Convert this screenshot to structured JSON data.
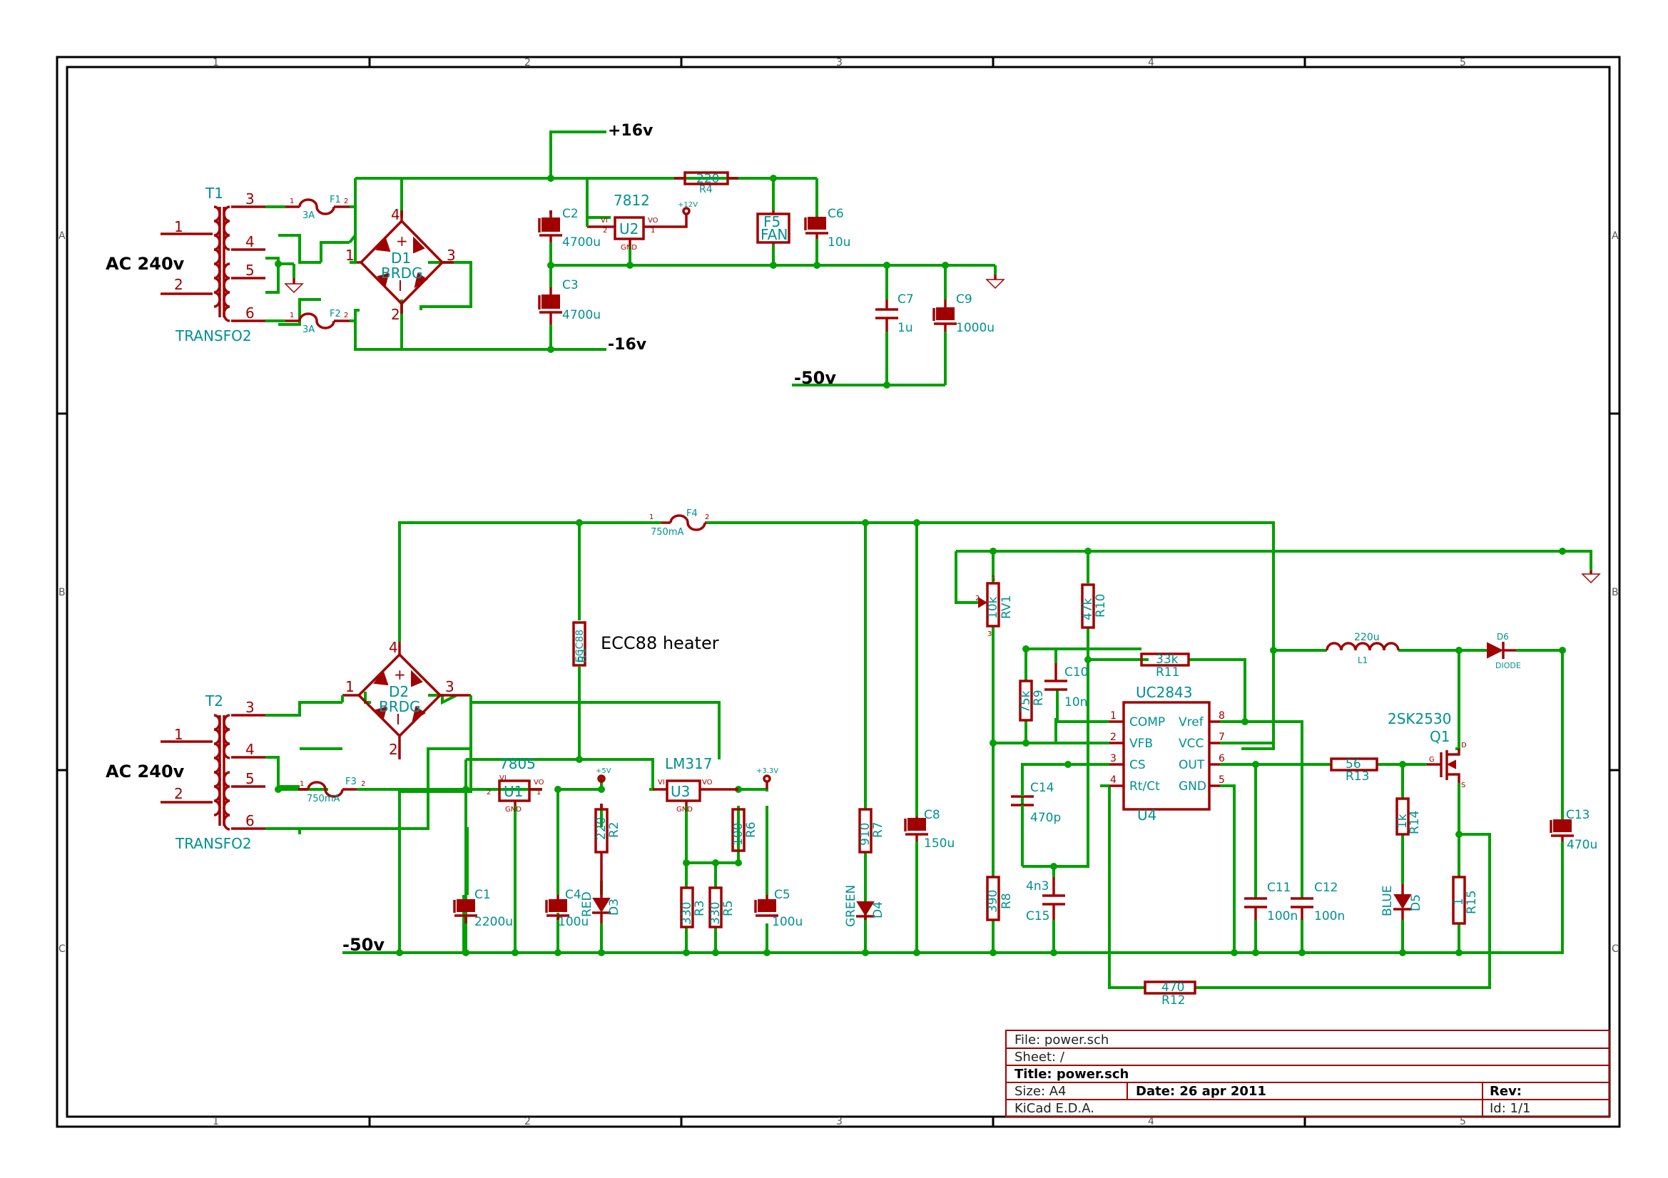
{
  "sheet": {
    "column_markers": [
      "1",
      "2",
      "3",
      "4",
      "5"
    ],
    "row_markers": [
      "A",
      "B",
      "C"
    ]
  },
  "net_labels": {
    "plus16": "+16v",
    "minus16": "-16v",
    "minus50_top": "-50v",
    "minus50_bottom": "-50v",
    "ecc88_heater": "ECC88 heater",
    "ac_top": "AC 240v",
    "ac_bottom": "AC 240v",
    "plus12_flag": "+12V",
    "plus5_flag": "+5V",
    "plus3v3_flag": "+3.3V"
  },
  "components": {
    "T1": {
      "ref": "T1",
      "value": "TRANSFO2",
      "pins": [
        "1",
        "2",
        "3",
        "4",
        "5",
        "6"
      ]
    },
    "T2": {
      "ref": "T2",
      "value": "TRANSFO2",
      "pins": [
        "1",
        "2",
        "3",
        "4",
        "5",
        "6"
      ]
    },
    "F1": {
      "ref": "F1",
      "value": "3A"
    },
    "F2": {
      "ref": "F2",
      "value": "3A"
    },
    "F3": {
      "ref": "F3",
      "value": "750mA"
    },
    "F4": {
      "ref": "F4",
      "value": "750mA"
    },
    "F5": {
      "ref": "F5",
      "value": "FAN"
    },
    "D1": {
      "ref": "D1",
      "value": "BRDG"
    },
    "D2": {
      "ref": "D2",
      "value": "BRDG"
    },
    "U2": {
      "ref": "U2",
      "value": "7812",
      "pin_names": [
        "VI",
        "VO",
        "GND"
      ]
    },
    "U1": {
      "ref": "U1",
      "value": "7805",
      "pin_names": [
        "VI",
        "VO",
        "GND"
      ]
    },
    "U3": {
      "ref": "U3",
      "value": "LM317",
      "pin_names": [
        "VI",
        "VO",
        "GND"
      ]
    },
    "U4": {
      "ref": "U4",
      "value": "UC2843",
      "pins_left": [
        "COMP",
        "VFB",
        "CS",
        "Rt/Ct"
      ],
      "pins_right": [
        "Vref",
        "VCC",
        "OUT",
        "GND"
      ]
    },
    "Q1": {
      "ref": "Q1",
      "value": "2SK2530",
      "pin_names": [
        "G",
        "D",
        "S"
      ]
    },
    "L1": {
      "ref": "L1",
      "value": "220u"
    },
    "D6": {
      "ref": "D6",
      "value": "DIODE"
    },
    "R4": {
      "ref": "R4",
      "value": "220"
    },
    "R1": {
      "ref": "R1",
      "value": "ECC88"
    },
    "R2": {
      "ref": "R2",
      "value": "220"
    },
    "R3": {
      "ref": "R3",
      "value": "330"
    },
    "R5": {
      "ref": "R5",
      "value": "330"
    },
    "R6": {
      "ref": "R6",
      "value": "100"
    },
    "R7": {
      "ref": "R7",
      "value": "910"
    },
    "R8": {
      "ref": "R8",
      "value": "390"
    },
    "R9": {
      "ref": "R9",
      "value": "75k"
    },
    "R10": {
      "ref": "R10",
      "value": "47k"
    },
    "R11": {
      "ref": "R11",
      "value": "33k"
    },
    "R12": {
      "ref": "R12",
      "value": "470"
    },
    "R13": {
      "ref": "R13",
      "value": "56"
    },
    "R14": {
      "ref": "R14",
      "value": "1k"
    },
    "R15": {
      "ref": "R15",
      "value": "1"
    },
    "RV1": {
      "ref": "RV1",
      "value": "10k"
    },
    "C1": {
      "ref": "C1",
      "value": "2200u"
    },
    "C2": {
      "ref": "C2",
      "value": "4700u"
    },
    "C3": {
      "ref": "C3",
      "value": "4700u"
    },
    "C4": {
      "ref": "C4",
      "value": "100u"
    },
    "C5": {
      "ref": "C5",
      "value": "100u"
    },
    "C6": {
      "ref": "C6",
      "value": "10u"
    },
    "C7": {
      "ref": "C7",
      "value": "1u"
    },
    "C8": {
      "ref": "C8",
      "value": "150u"
    },
    "C9": {
      "ref": "C9",
      "value": "1000u"
    },
    "C10": {
      "ref": "C10",
      "value": "10n"
    },
    "C11": {
      "ref": "C11",
      "value": "100n"
    },
    "C12": {
      "ref": "C12",
      "value": "100n"
    },
    "C13": {
      "ref": "C13",
      "value": "470u"
    },
    "C14": {
      "ref": "C14",
      "value": "470p"
    },
    "C15": {
      "ref": "C15",
      "value": "4n3"
    },
    "D3": {
      "ref": "D3",
      "value": "RED"
    },
    "D4": {
      "ref": "D4",
      "value": "GREEN"
    },
    "D5": {
      "ref": "D5",
      "value": "BLUE"
    }
  },
  "title_block": {
    "file": "File: power.sch",
    "sheet": "Sheet: /",
    "title": "Title: power.sch",
    "size": "Size: A4",
    "date": "Date: 26 apr 2011",
    "rev": "Rev:",
    "tool": "KiCad E.D.A.",
    "id": "Id: 1/1"
  },
  "colors": {
    "wire": "#00a000",
    "component": "#a00000",
    "reference": "#009090",
    "frame": "#000000"
  }
}
